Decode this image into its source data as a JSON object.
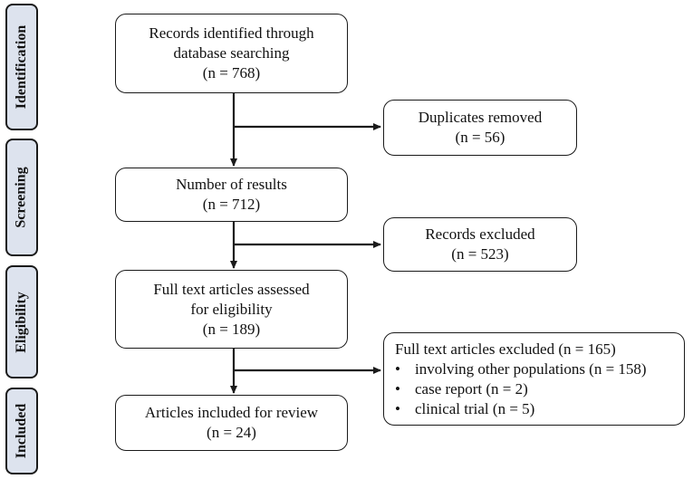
{
  "phases": {
    "identification": "Identification",
    "screening": "Screening",
    "eligibility": "Eligibility",
    "included": "Included"
  },
  "boxes": {
    "identified": {
      "line1": "Records identified through",
      "line2": "database searching",
      "line3": "(n = 768)"
    },
    "duplicates": {
      "line1": "Duplicates removed",
      "line2": "(n = 56)"
    },
    "results": {
      "line1": "Number of results",
      "line2": "(n = 712)"
    },
    "excluded": {
      "line1": "Records excluded",
      "line2": "(n = 523)"
    },
    "assessed": {
      "line1": "Full text articles assessed",
      "line2": "for eligibility",
      "line3": "(n = 189)"
    },
    "fulltext_excluded": {
      "title": "Full text articles excluded (n = 165)",
      "reasons": [
        "involving other populations (n = 158)",
        "case report (n = 2)",
        "clinical trial (n = 5)"
      ]
    },
    "included": {
      "line1": "Articles included for review",
      "line2": "(n = 24)"
    }
  },
  "colors": {
    "phase_fill": "#dde3ee",
    "stroke": "#1a1a1a"
  }
}
